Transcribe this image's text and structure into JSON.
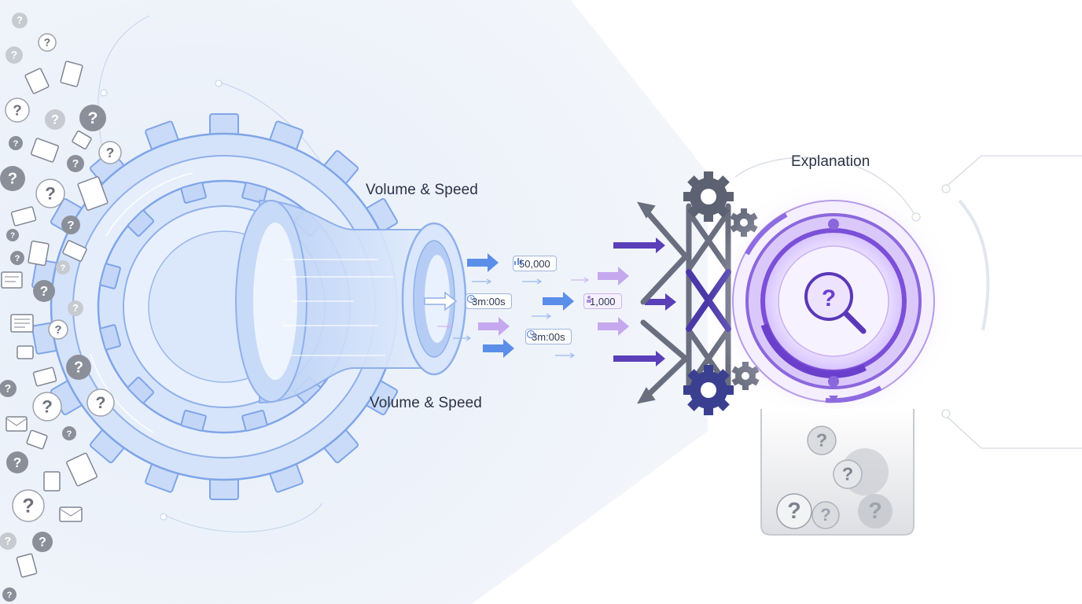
{
  "labels": {
    "top_heading": "Volume & Speed",
    "bottom_heading": "Volume & Speed",
    "right_heading": "Explanation"
  },
  "badges": [
    {
      "text": "50,000",
      "icon": "bar-chart-icon",
      "color": "#6b8fd6"
    },
    {
      "text": "3m:00s",
      "icon": "clock-icon",
      "color": "#6b8fd6"
    },
    {
      "text": "1,000",
      "icon": "people-icon",
      "color": "#a98be0"
    },
    {
      "text": "3m:00s",
      "icon": "clock-icon",
      "color": "#6b8fd6"
    }
  ],
  "icons": {
    "question": "?"
  },
  "colors": {
    "blue_accent": "#5b8ee8",
    "blue_light": "#dbe7fb",
    "purple_accent": "#7b4fd8",
    "purple_light": "#e9dcff",
    "gear_gray": "#56607a",
    "gear_dark": "#3b3f8f",
    "question_gray": "#8b8f99"
  }
}
